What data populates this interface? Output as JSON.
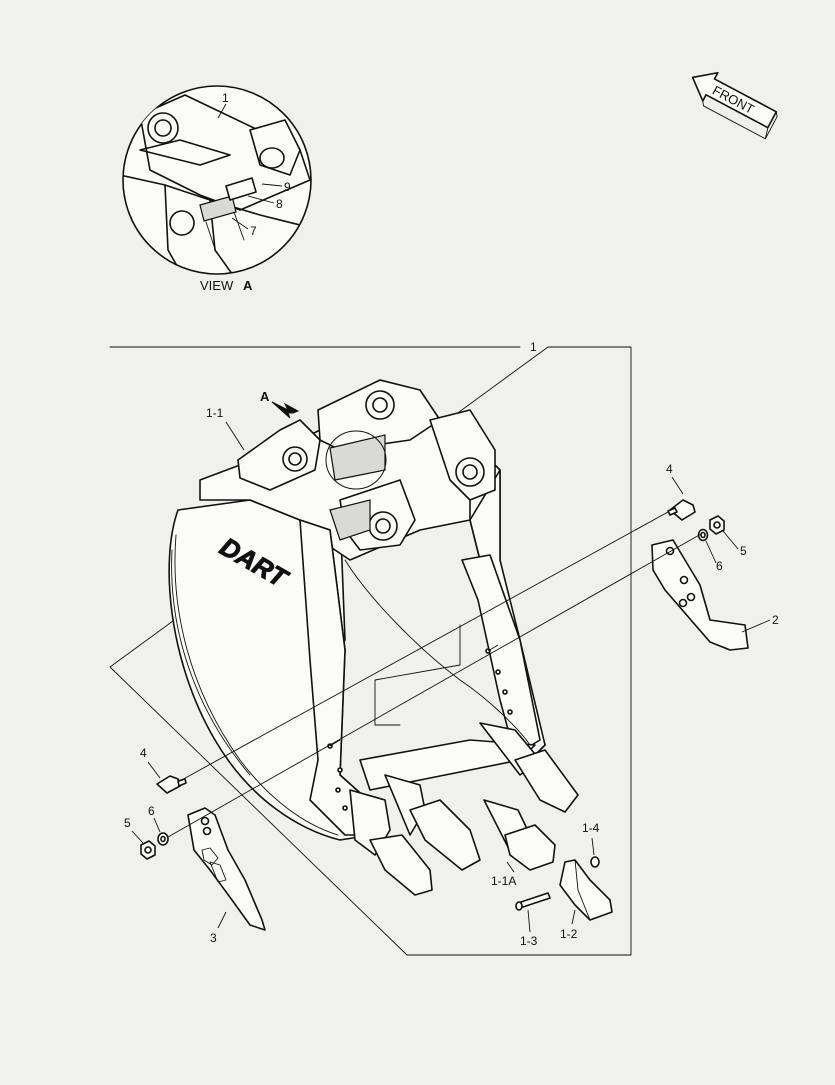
{
  "view_label": {
    "text": "VIEW",
    "letter": "A"
  },
  "front_label": "FRONT",
  "arrow_letter": "A",
  "callouts": {
    "view_1": "1",
    "view_9": "9",
    "view_8": "8",
    "view_7": "7",
    "assembly": "1",
    "bucket_body": "1-1",
    "bolt_right": "4",
    "nut_right": "5",
    "washer_right": "6",
    "side_cutter_right": "2",
    "bolt_left": "4",
    "washer_left": "6",
    "nut_left": "5",
    "side_cutter_left": "3",
    "adapter": "1-1A",
    "pin_lock": "1-4",
    "pin": "1-3",
    "tooth": "1-2"
  },
  "logo_text": "DART"
}
